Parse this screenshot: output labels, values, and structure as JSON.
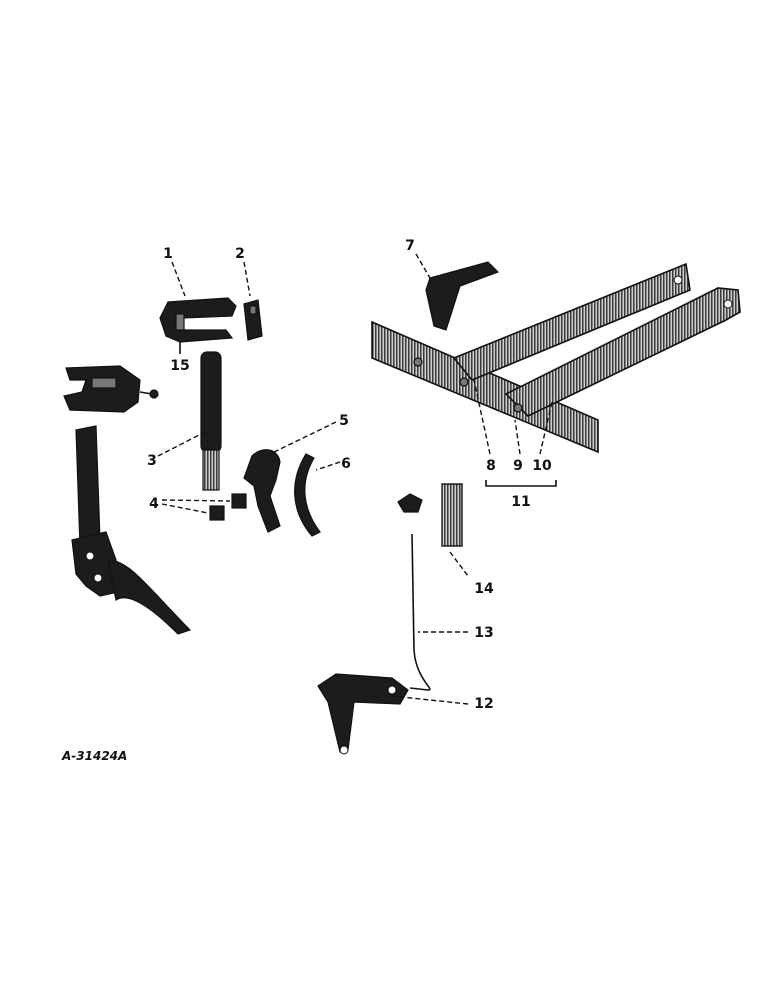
{
  "figure_id": "A-31424A",
  "callouts": {
    "c1": "1",
    "c2": "2",
    "c3": "3",
    "c4": "4",
    "c5": "5",
    "c6": "6",
    "c7": "7",
    "c8": "8",
    "c9": "9",
    "c10": "10",
    "c11": "11",
    "c12": "12",
    "c13": "13",
    "c14": "14",
    "c15": "15"
  }
}
